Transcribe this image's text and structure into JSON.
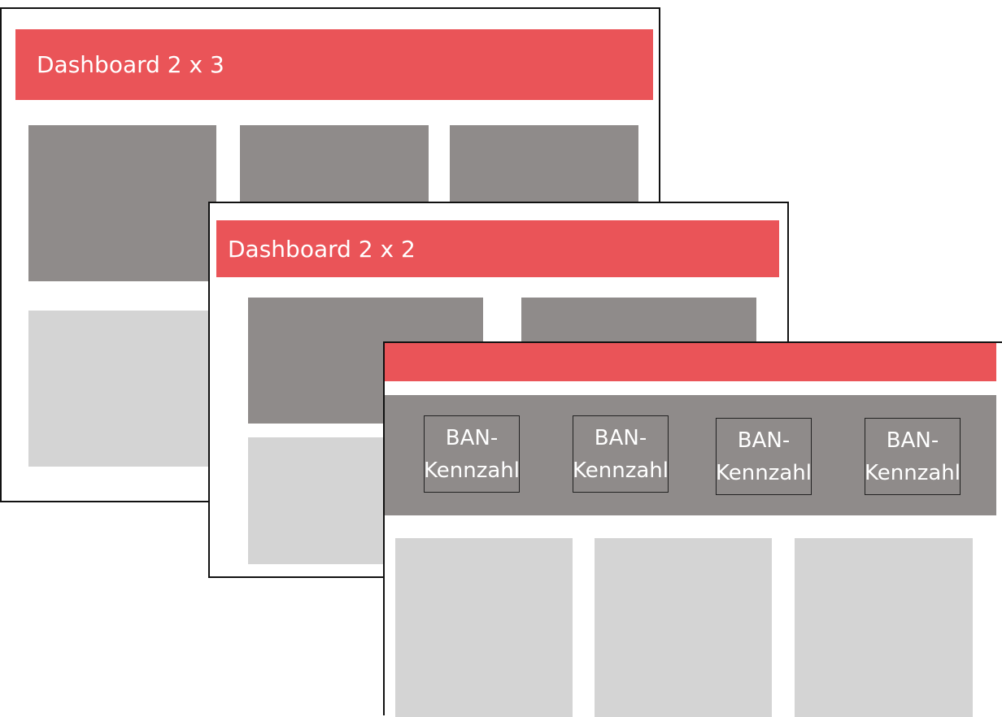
{
  "dashboards": [
    {
      "title": "Dashboard 2 x 3"
    },
    {
      "title": "Dashboard 2 x 2"
    },
    {
      "title": "",
      "ban_tiles": [
        {
          "line1": "BAN-",
          "line2": "Kennzahl"
        },
        {
          "line1": "BAN-",
          "line2": "Kennzahl"
        },
        {
          "line1": "BAN-",
          "line2": "Kennzahl"
        },
        {
          "line1": "BAN-",
          "line2": "Kennzahl"
        }
      ]
    }
  ],
  "colors": {
    "header": "#ea5458",
    "tile_dark": "#8f8b8a",
    "tile_light": "#d4d4d4",
    "border": "#111111"
  }
}
